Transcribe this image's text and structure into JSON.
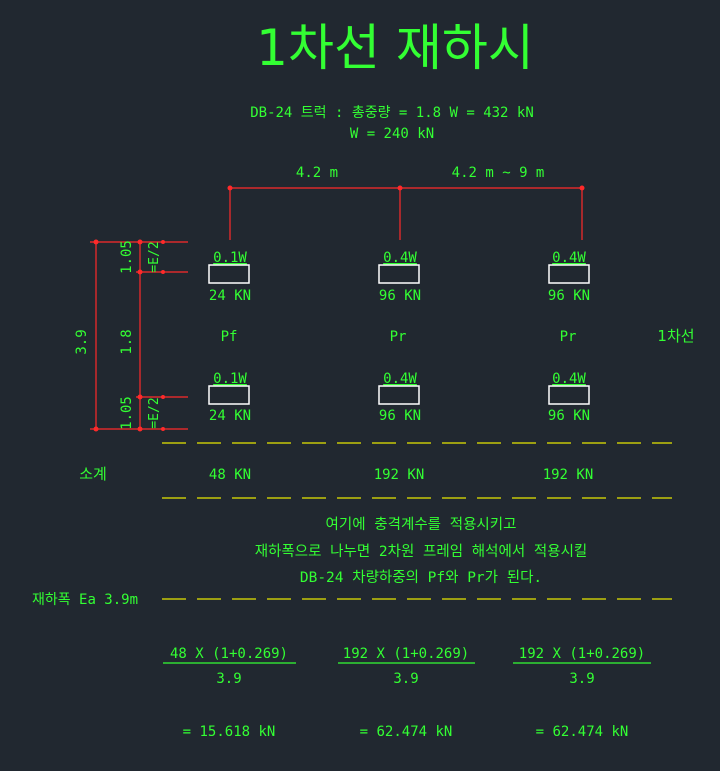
{
  "title": "1차선  재하시",
  "header": {
    "line1": "DB-24 트럭 : 총중량 = 1.8 W = 432 kN",
    "line2": "W = 240 kN"
  },
  "spacing": {
    "first": "4.2 m",
    "second": "4.2 m ~ 9 m"
  },
  "dimensions": {
    "total": "3.9",
    "upper": "1.05",
    "middle": "1.8",
    "lower": "1.05",
    "e_half": "=E/2"
  },
  "top_row": [
    {
      "factor": "0.1W",
      "load": "24 KN"
    },
    {
      "factor": "0.4W",
      "load": "96 KN"
    },
    {
      "factor": "0.4W",
      "load": "96 KN"
    }
  ],
  "bottom_row": [
    {
      "factor": "0.1W",
      "load": "24 KN"
    },
    {
      "factor": "0.4W",
      "load": "96 KN"
    },
    {
      "factor": "0.4W",
      "load": "96 KN"
    }
  ],
  "axle_labels": [
    "Pf",
    "Pr",
    "Pr"
  ],
  "lane_label": "1차선",
  "subtotal": {
    "label": "소계",
    "values": [
      "48 KN",
      "192 KN",
      "192 KN"
    ]
  },
  "notes": [
    "여기에 충격계수를 적용시키고",
    "재하폭으로 나누면 2차원 프레임 해석에서 적용시킬",
    "DB-24 차량하중의 Pf와 Pr가 된다."
  ],
  "width_label": "재하폭 Ea 3.9m",
  "formulas": [
    {
      "numerator": "48 X (1+0.269)",
      "denominator": "3.9",
      "result": "= 15.618 kN"
    },
    {
      "numerator": "192 X (1+0.269)",
      "denominator": "3.9",
      "result": "= 62.474 kN"
    },
    {
      "numerator": "192 X (1+0.269)",
      "denominator": "3.9",
      "result": "= 62.474 kN"
    }
  ],
  "colors": {
    "background": "#212830",
    "text": "#33ff33",
    "dim": "#ff2a2a",
    "box": "#ffffff",
    "divider": "#e6e600"
  }
}
